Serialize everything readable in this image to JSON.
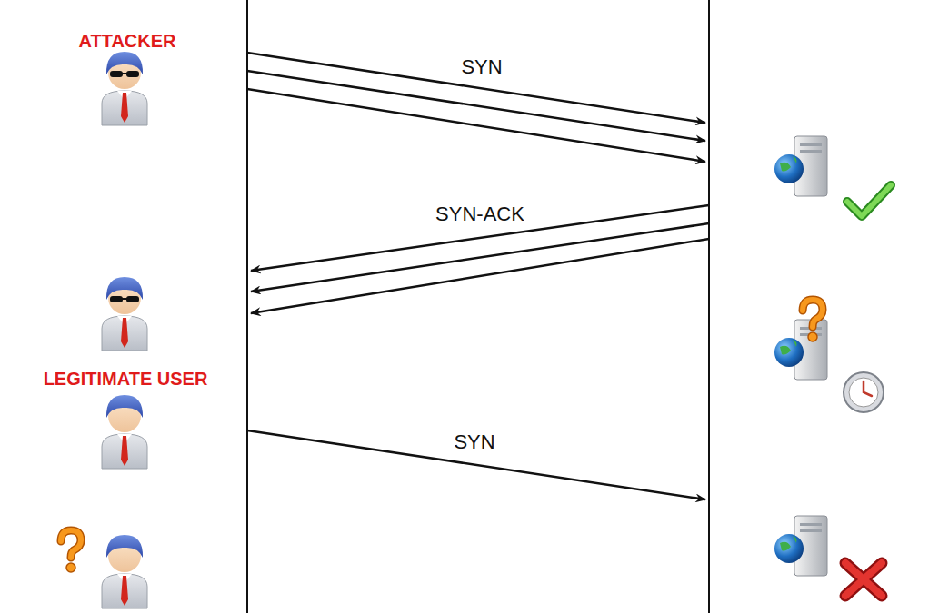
{
  "diagram": {
    "labels": [
      "ATTACKER",
      "SYN",
      "SYN-ACK",
      "LEGITIMATE USER",
      "SYN"
    ]
  }
}
